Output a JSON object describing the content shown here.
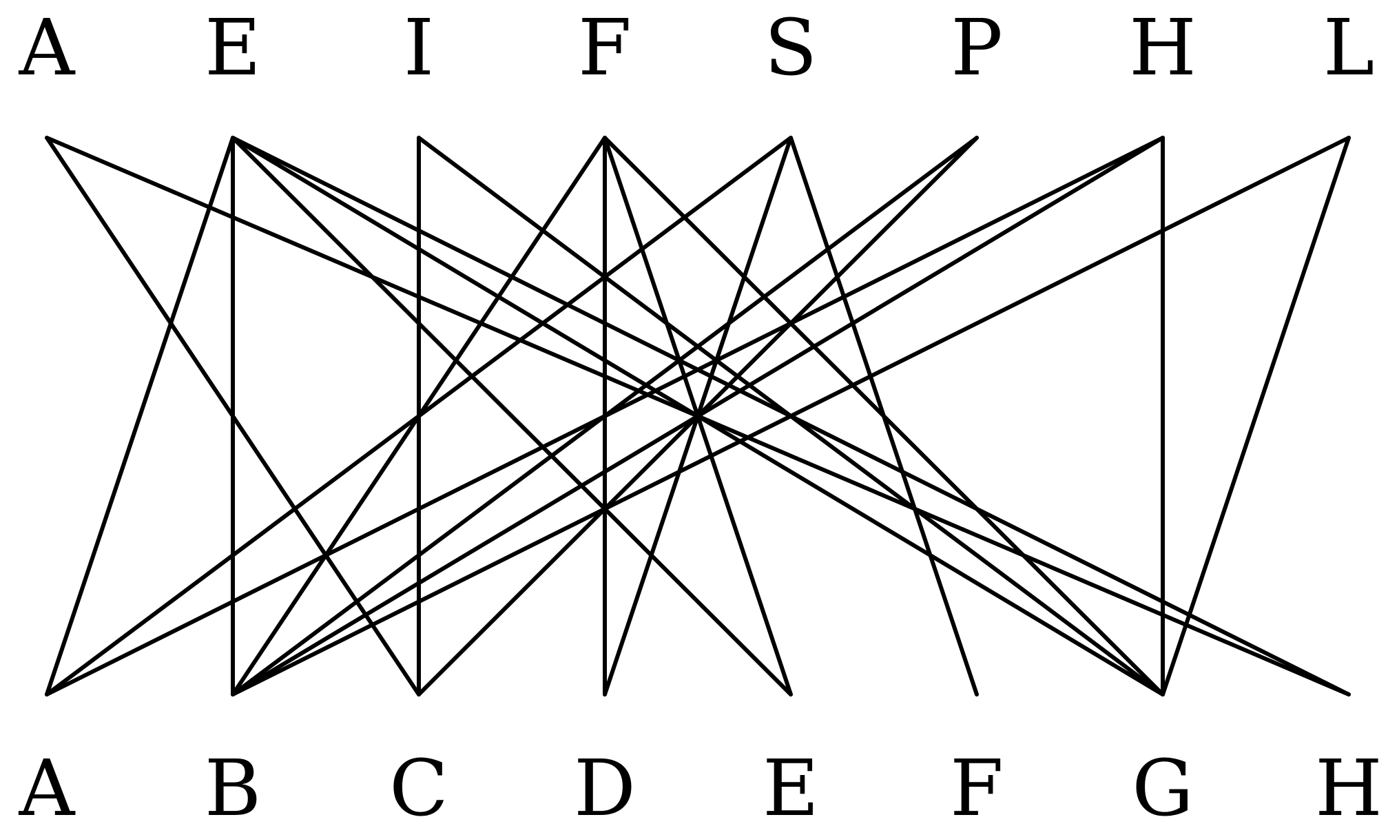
{
  "diagram": {
    "type": "bipartite-graph",
    "line_color": "#000000",
    "background": "#ffffff",
    "top_nodes": [
      "A",
      "E",
      "I",
      "F",
      "S",
      "P",
      "H",
      "L"
    ],
    "bottom_nodes": [
      "A",
      "B",
      "C",
      "D",
      "E",
      "F",
      "G",
      "H"
    ],
    "edges": [
      {
        "top": "A",
        "bottom": "C"
      },
      {
        "top": "A",
        "bottom": "H"
      },
      {
        "top": "E",
        "bottom": "A"
      },
      {
        "top": "E",
        "bottom": "B"
      },
      {
        "top": "E",
        "bottom": "E"
      },
      {
        "top": "E",
        "bottom": "G"
      },
      {
        "top": "E",
        "bottom": "H"
      },
      {
        "top": "I",
        "bottom": "C"
      },
      {
        "top": "I",
        "bottom": "G"
      },
      {
        "top": "F",
        "bottom": "B"
      },
      {
        "top": "F",
        "bottom": "D"
      },
      {
        "top": "F",
        "bottom": "E"
      },
      {
        "top": "F",
        "bottom": "G"
      },
      {
        "top": "S",
        "bottom": "A"
      },
      {
        "top": "S",
        "bottom": "D"
      },
      {
        "top": "S",
        "bottom": "F"
      },
      {
        "top": "P",
        "bottom": "B"
      },
      {
        "top": "P",
        "bottom": "C"
      },
      {
        "top": "H",
        "bottom": "A"
      },
      {
        "top": "H",
        "bottom": "B"
      },
      {
        "top": "H",
        "bottom": "G"
      },
      {
        "top": "L",
        "bottom": "B"
      },
      {
        "top": "L",
        "bottom": "G"
      }
    ]
  }
}
